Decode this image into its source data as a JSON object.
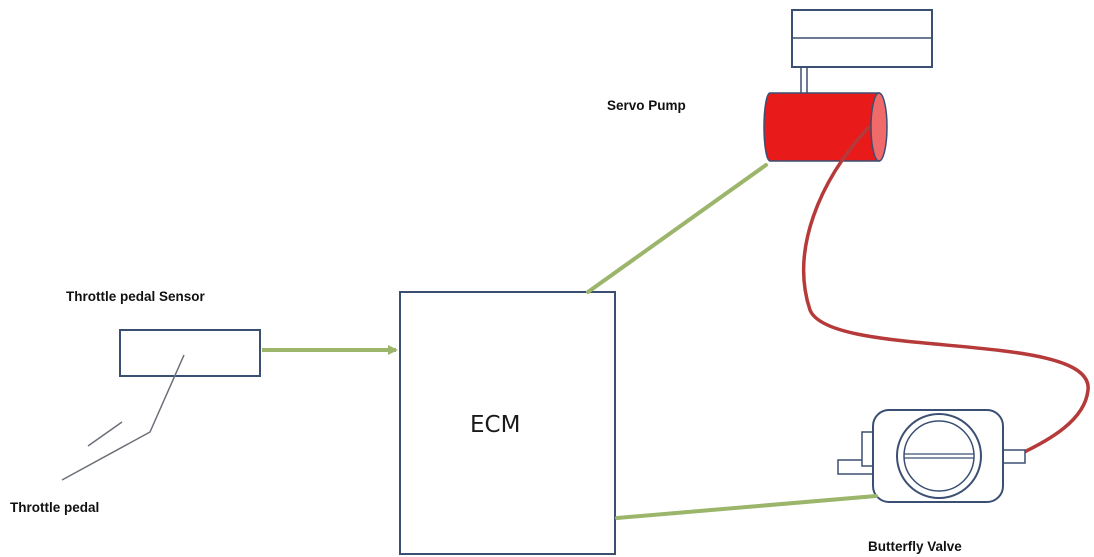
{
  "diagram": {
    "labels": {
      "servo_pump": "Servo Pump",
      "throttle_pedal_sensor": "Throttle pedal Sensor",
      "throttle_pedal": "Throttle pedal",
      "ecm": "ECM",
      "butterfly_valve": "Butterfly Valve"
    },
    "colors": {
      "box_outline": "#3b4f73",
      "signal_wire": "#9bb56a",
      "hose": "#b63a3a",
      "pump_body": "#e81a1a",
      "pump_end": "#f06a6a"
    }
  }
}
